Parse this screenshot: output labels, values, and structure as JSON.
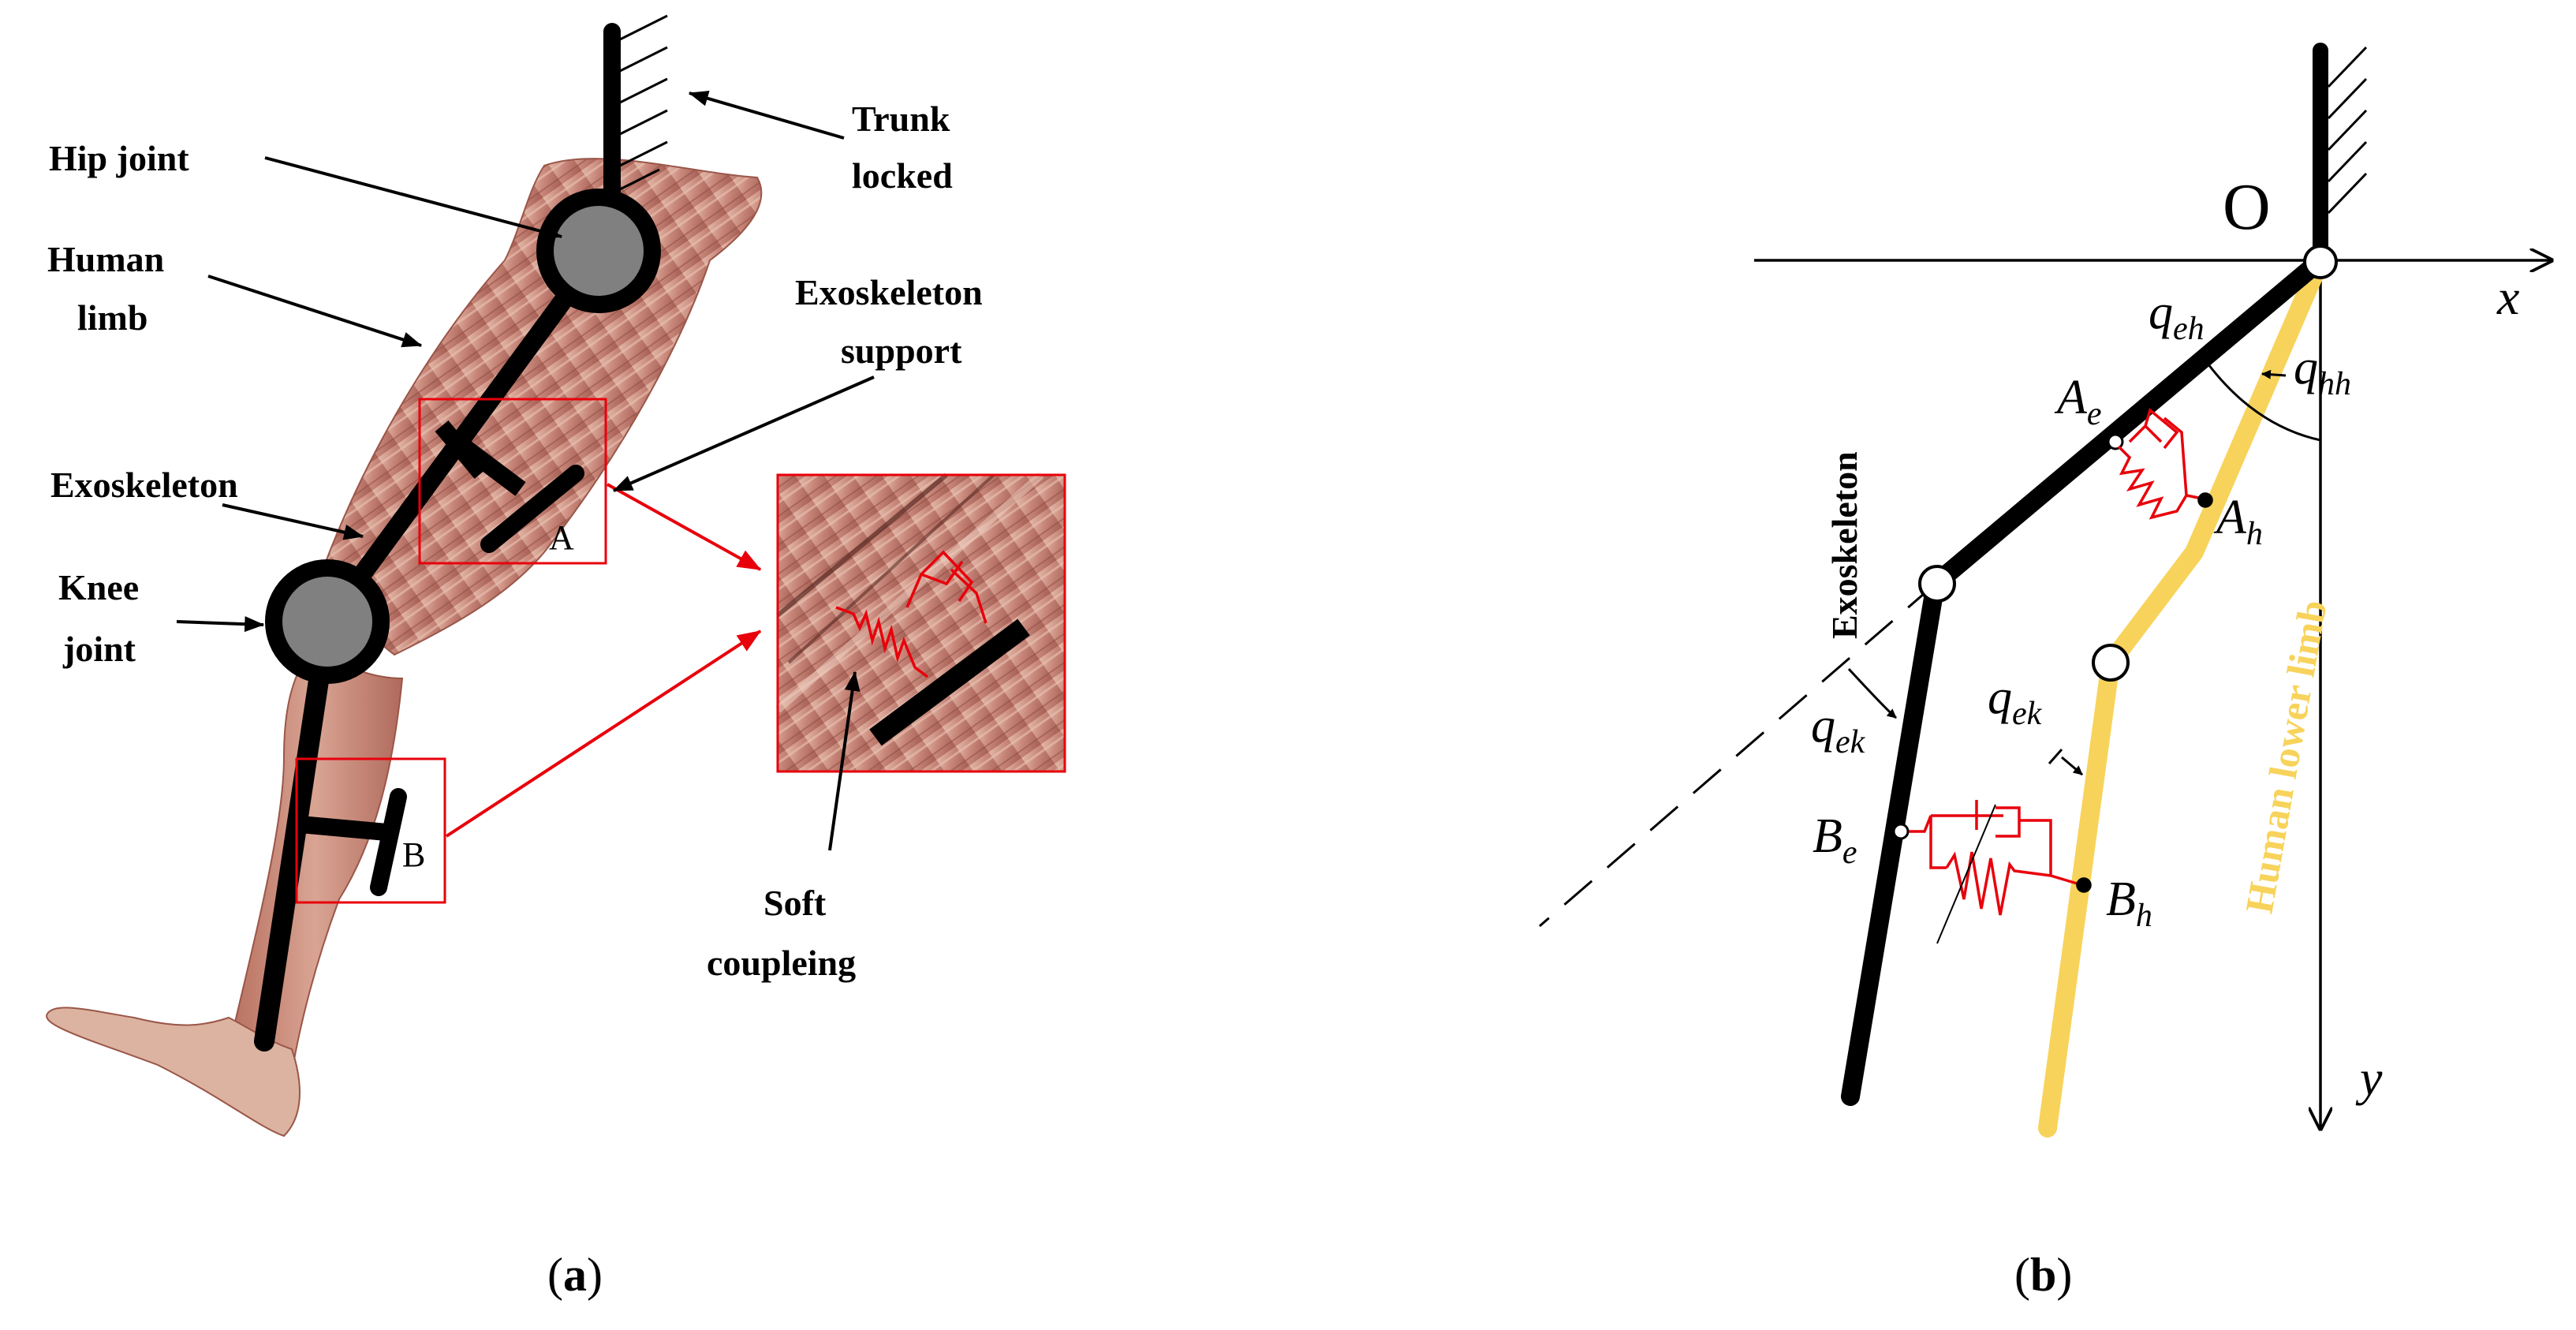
{
  "panel_a": {
    "labels": {
      "hip_joint": "Hip joint",
      "human_limb_1": "Human",
      "human_limb_2": "limb",
      "exoskeleton": "Exoskeleton",
      "knee_joint_1": "Knee",
      "knee_joint_2": "joint",
      "trunk_1": "Trunk",
      "trunk_2": "locked",
      "support_1": "Exoskeleton",
      "support_2": "support",
      "soft_1": "Soft",
      "soft_2": "coupleing",
      "box_a": "A",
      "box_b": "B"
    },
    "caption_letter": "a"
  },
  "panel_b": {
    "origin": "O",
    "x_axis": "x",
    "y_axis": "y",
    "exoskeleton_label": "Exoskeleton",
    "human_label": "Human lower limb",
    "q": "q",
    "sub_eh": "eh",
    "sub_hh": "hh",
    "sub_ek": "ek",
    "A": "A",
    "B": "B",
    "sub_e": "e",
    "sub_h": "h",
    "caption_letter": "b"
  },
  "colors": {
    "link": "#000000",
    "human_limb": "#f8d35b",
    "coupling": "#e8000b",
    "skin": "#c98b78",
    "joint_fill": "#808080"
  }
}
